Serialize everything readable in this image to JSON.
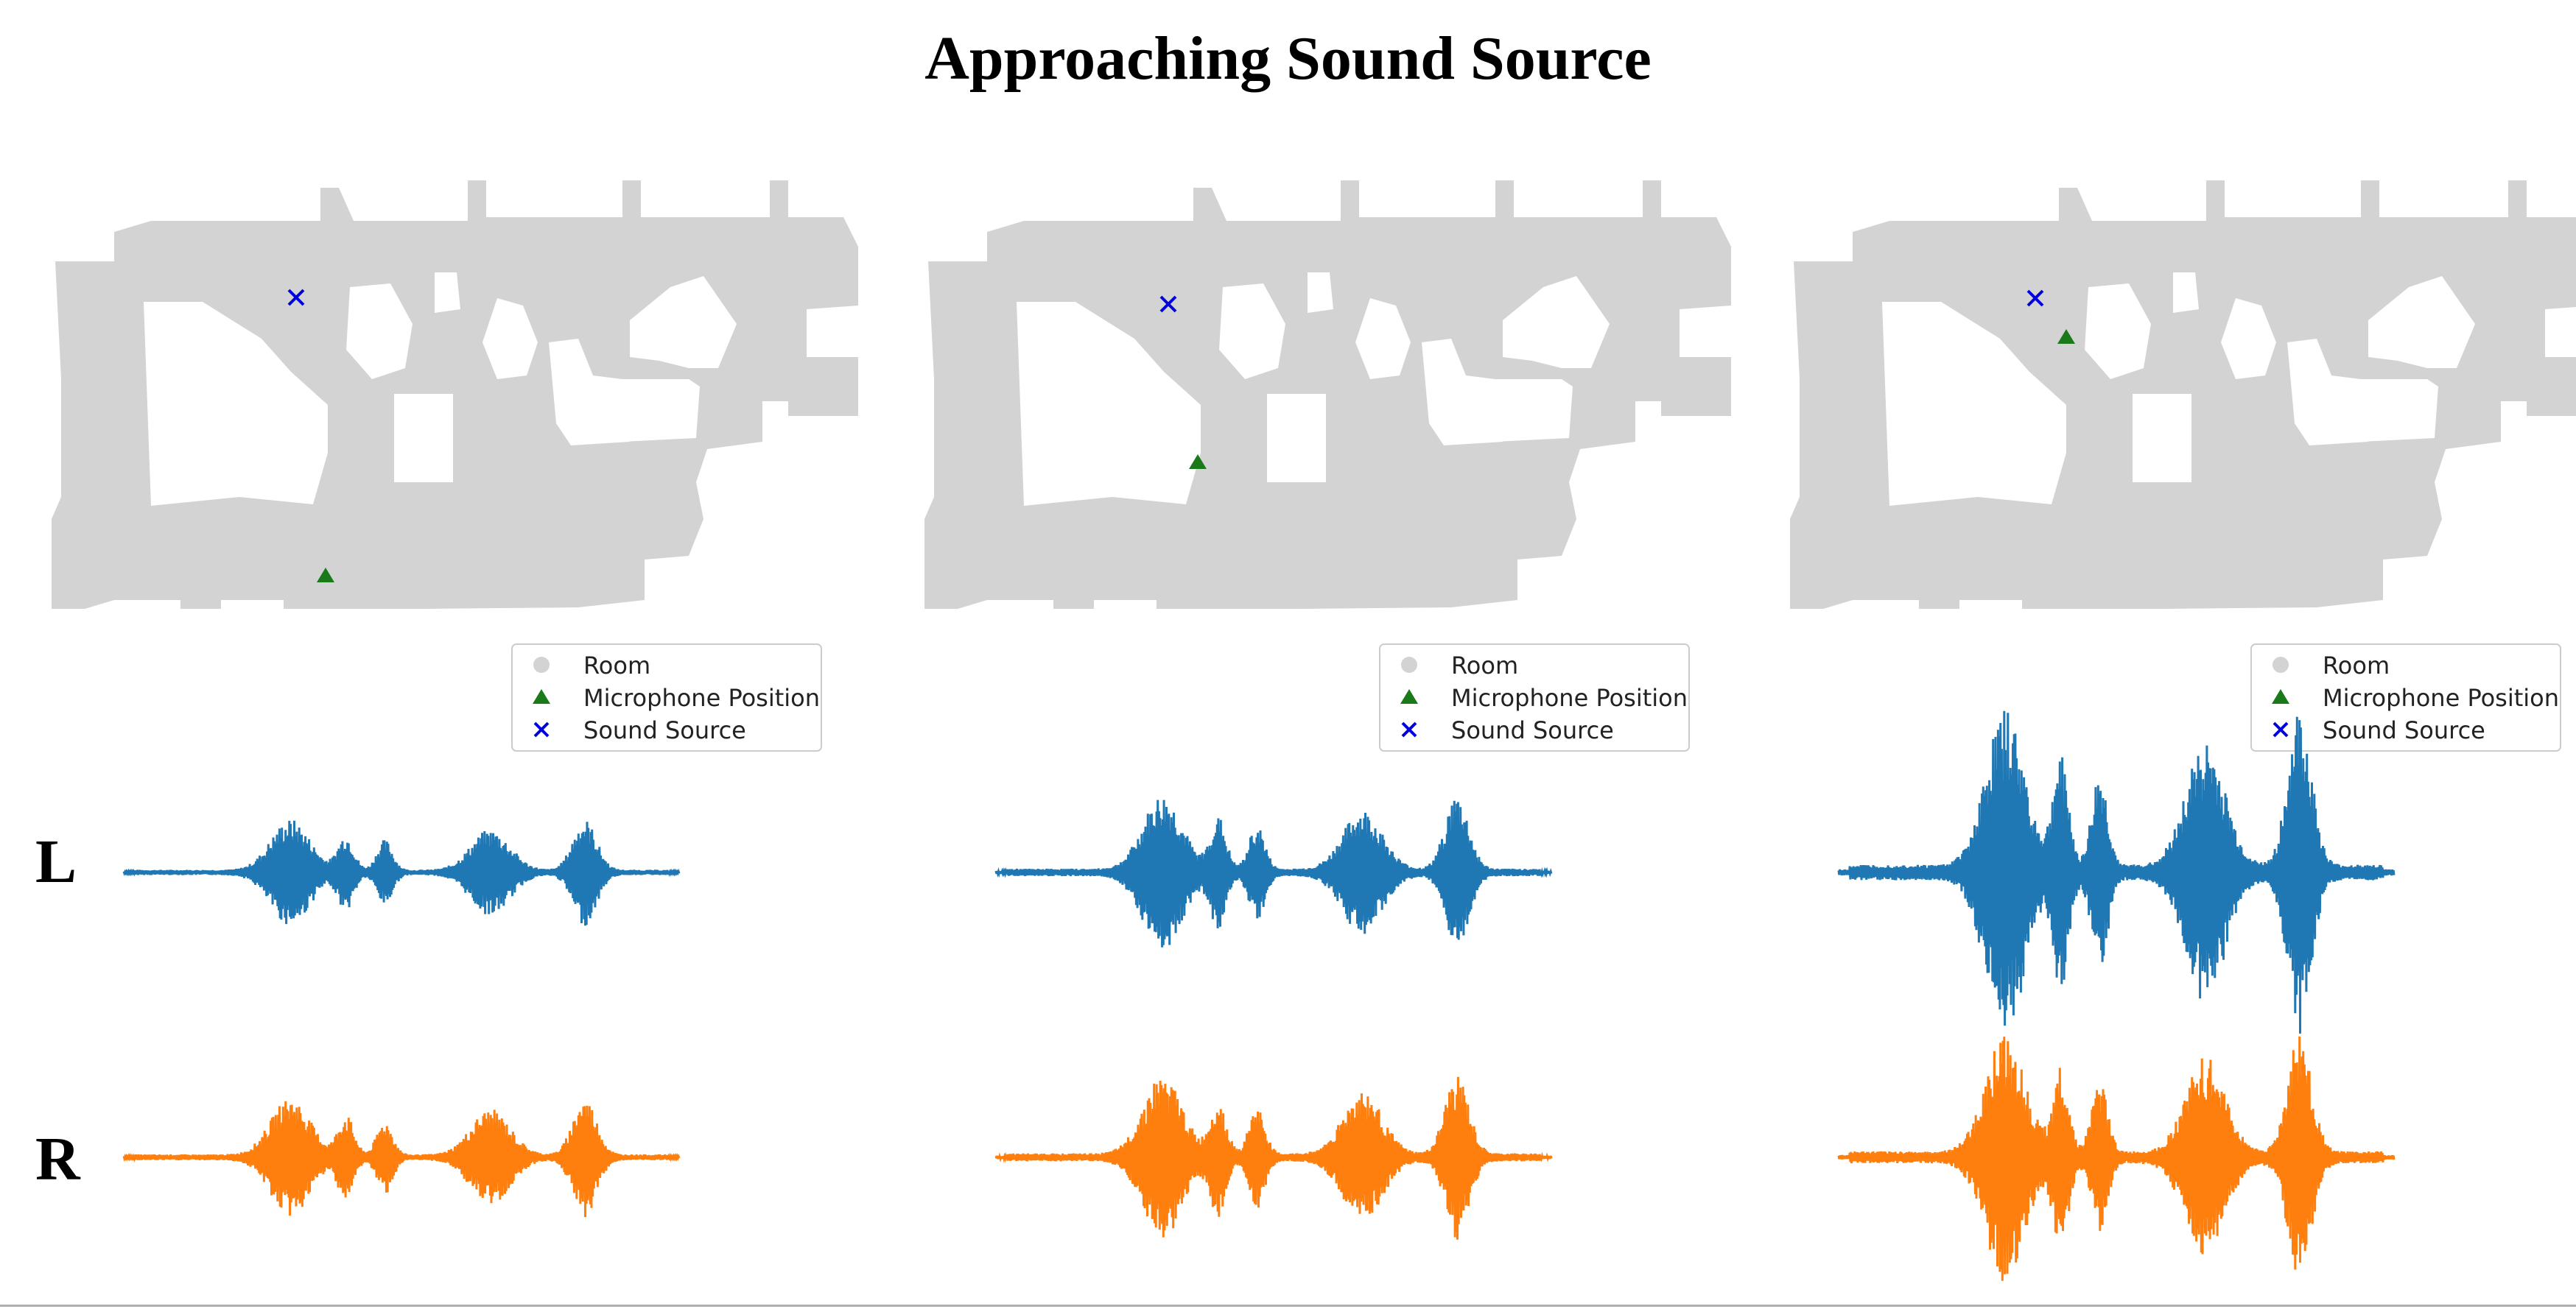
{
  "title": "Approaching Sound Source",
  "channels": {
    "left": "L",
    "right": "R"
  },
  "legend": {
    "room": "Room",
    "microphone": "Microphone Position",
    "source": "Sound Source"
  },
  "icons": {
    "room": "gray-circle-marker",
    "microphone": "green-triangle-marker",
    "source": "blue-x-marker"
  },
  "colors": {
    "room": "#d3d3d3",
    "microphone": "#1a7a1a",
    "source": "#0000dd",
    "left_wave": "#1f77b4",
    "right_wave": "#ff7f0e"
  },
  "panels": [
    {
      "microphone_level": 0.0,
      "left_amplitude": 0.33,
      "right_amplitude": 0.37
    },
    {
      "microphone_level": 0.5,
      "left_amplitude": 0.48,
      "right_amplitude": 0.51
    },
    {
      "microphone_level": 0.9,
      "left_amplitude": 1.0,
      "right_amplitude": 0.77
    }
  ]
}
